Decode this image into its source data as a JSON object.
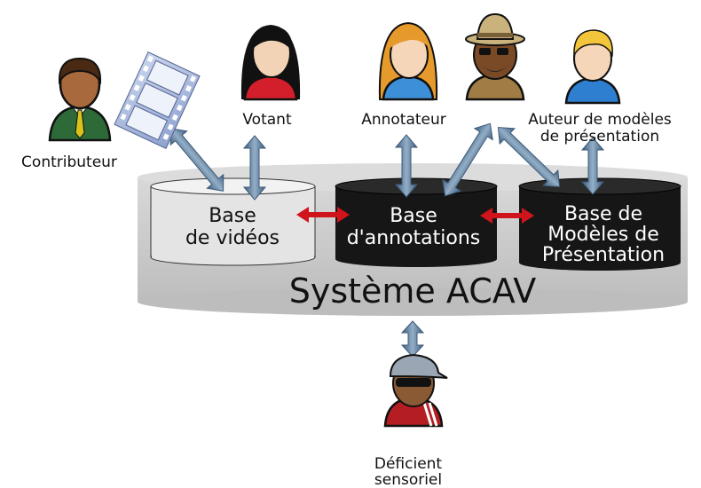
{
  "system": {
    "label": "Système ACAV"
  },
  "databases": {
    "videos": {
      "line1": "Base",
      "line2": "de vidéos"
    },
    "annotations": {
      "line1": "Base",
      "line2": "d'annotations"
    },
    "models": {
      "line1": "Base de",
      "line2": "Modèles de",
      "line3": "Présentation"
    }
  },
  "actors": {
    "contributeur": {
      "label": "Contributeur",
      "icon": "contributor-person-icon"
    },
    "votant": {
      "label": "Votant",
      "icon": "voter-person-icon"
    },
    "annotateur": {
      "label": "Annotateur",
      "icon": "annotator-person-icon"
    },
    "auteur": {
      "line1": "Auteur de modèles",
      "line2": "de présentation",
      "icon": "author-person-icon"
    },
    "deficient": {
      "line1": "Déficient",
      "line2": "sensoriel",
      "icon": "sensory-impaired-person-icon"
    }
  },
  "colors": {
    "system_gray": "#c9c9c9",
    "db_light": "#e4e4e4",
    "db_dark": "#161616",
    "actor_arrow": "#5d7a96",
    "db_arrow": "#d0141b"
  }
}
